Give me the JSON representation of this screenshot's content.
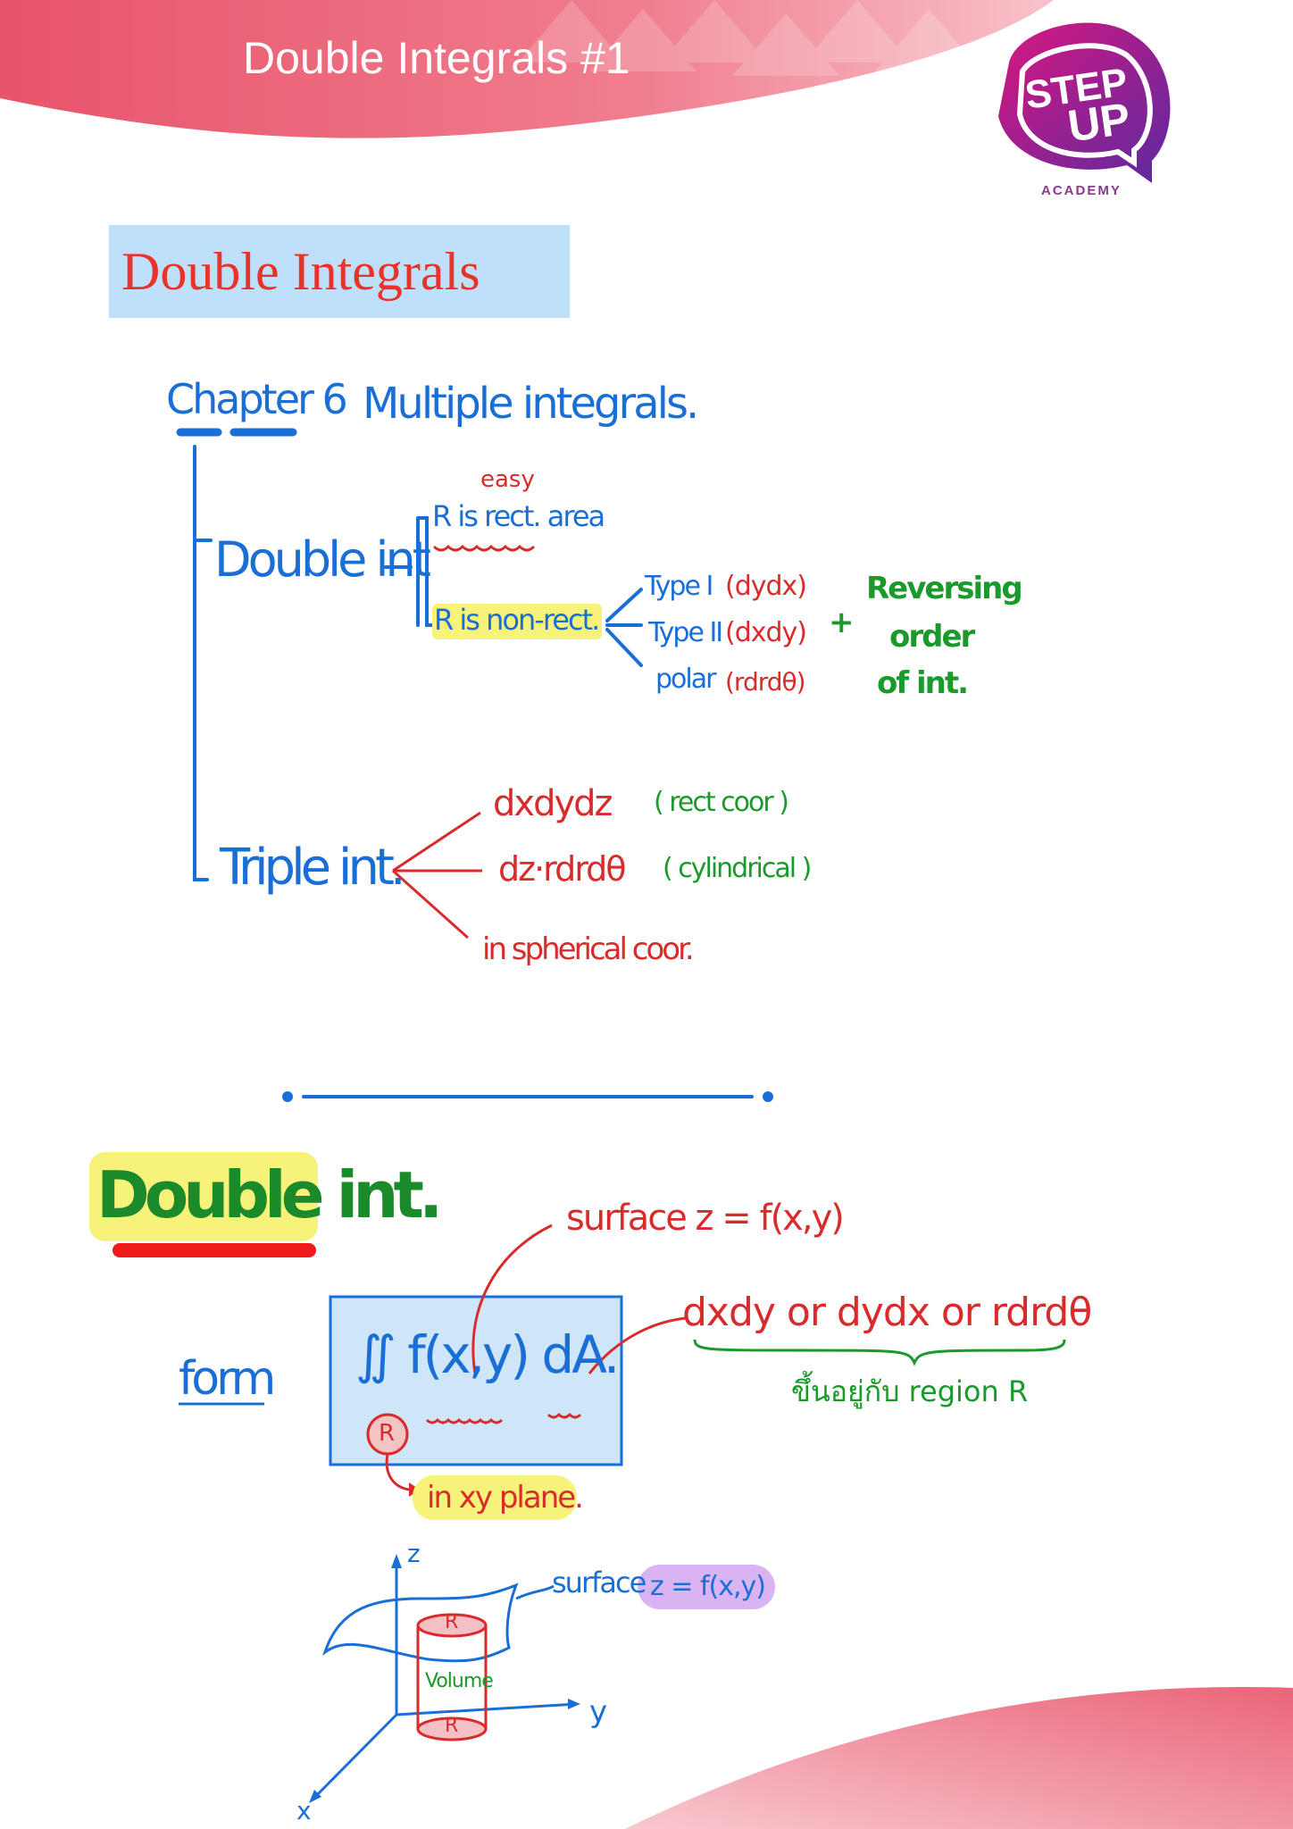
{
  "header": {
    "title": "Double Integrals #1",
    "logo": {
      "line1": "STEP",
      "line2": "UP",
      "subtitle": "ACADEMY"
    }
  },
  "section_title": "Double Integrals",
  "outline": {
    "chapter": "Chapter 6",
    "chapter_title": "Multiple integrals.",
    "double_int": {
      "label": "Double int",
      "easy_note": "easy",
      "rect_case": "R is rect. area",
      "nonrect_case": "R is non-rect.",
      "types": [
        {
          "name": "Type I",
          "diff": "(dydx)"
        },
        {
          "name": "Type II",
          "diff": "(dxdy)"
        },
        {
          "name": "polar",
          "diff": "(rdrdθ)"
        }
      ],
      "plus": "+",
      "reversing": [
        "Reversing",
        "order",
        "of int."
      ]
    },
    "triple_int": {
      "label": "Triple int.",
      "branches": [
        {
          "expr": "dxdydz",
          "note": "( rect coor )"
        },
        {
          "expr": "dz·rdrdθ",
          "note": "( cylindrical )"
        },
        {
          "expr": "in spherical coor.",
          "note": ""
        }
      ]
    }
  },
  "double_int_section": {
    "heading": "Double int.",
    "form_label": "form",
    "integral": "∬ f(x,y) dA.",
    "region_label": "R",
    "surface_note": "surface  z = f(x,y)",
    "dA_note": "dxdy or dydx or rdrdθ",
    "depends_note": "ขึ้นอยู่กับ region R",
    "plane_note": "in xy plane.",
    "figure": {
      "z_axis": "z",
      "y_axis": "y",
      "x_axis": "x",
      "surface_label": "surface",
      "surface_eq": "z = f(x,y)",
      "top_R": "R",
      "bottom_R": "R",
      "volume_label": "Volume"
    }
  },
  "colors": {
    "header_gradient_start": "#e8546a",
    "header_gradient_end": "#f6a9b4",
    "ink_blue": "#1a6fd6",
    "ink_red": "#d92b2b",
    "ink_green": "#1a9a2a",
    "highlight_yellow": "#f6f27a",
    "box_blue": "#cfe5f8",
    "lavender": "#d9b3f2",
    "logo_magenta": "#b0199a",
    "logo_purple": "#6b2fa8"
  }
}
